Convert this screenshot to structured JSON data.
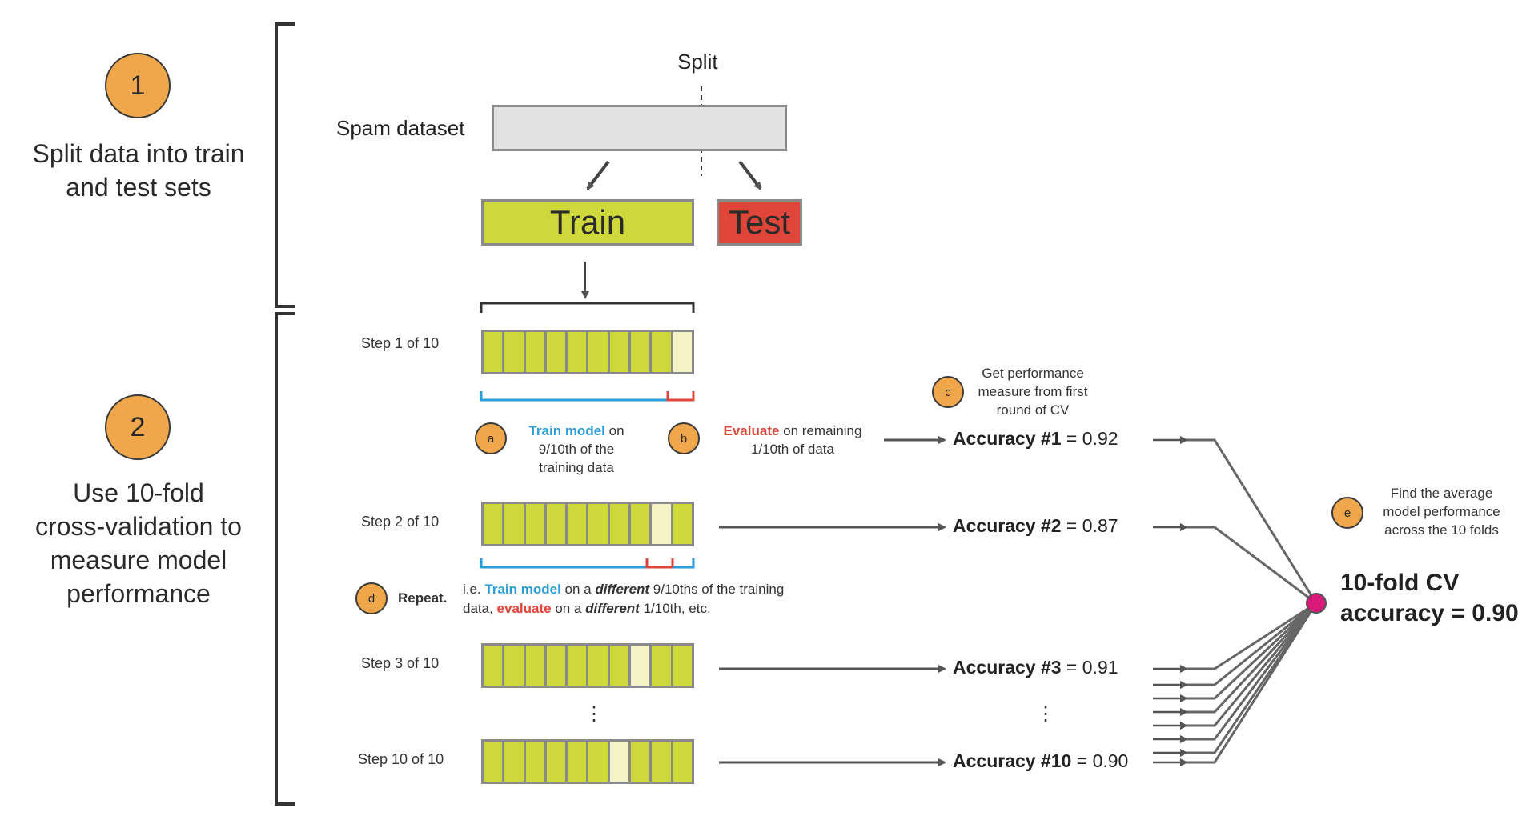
{
  "section1": {
    "number": "1",
    "title_lines": [
      "Split data into train",
      "and test sets"
    ]
  },
  "section2": {
    "number": "2",
    "title_lines": [
      "Use 10-fold",
      "cross-validation to",
      "measure model",
      "performance"
    ]
  },
  "split_label": "Split",
  "dataset_label": "Spam dataset",
  "train_label": "Train",
  "test_label": "Test",
  "steps": [
    {
      "label": "Step 1 of 10",
      "highlight_fold": 10
    },
    {
      "label": "Step 2 of 10",
      "highlight_fold": 9
    },
    {
      "label": "Step 3 of 10",
      "highlight_fold": 8
    },
    {
      "label": "Step 10 of 10",
      "highlight_fold": 7
    }
  ],
  "note_a": {
    "marker": "a",
    "highlight": "Train model",
    "rest1": " on",
    "line2": "9/10th of the",
    "line3": "training data"
  },
  "note_b": {
    "marker": "b",
    "highlight": "Evaluate",
    "rest1": " on remaining",
    "line2": "1/10th of data"
  },
  "note_c": {
    "marker": "c",
    "lines": [
      "Get performance",
      "measure from first",
      "round of CV"
    ]
  },
  "note_d": {
    "marker": "d",
    "repeat": "Repeat.",
    "l1_a": "i.e. ",
    "l1_b": "Train model",
    "l1_c": " on a ",
    "l1_d": "different",
    "l1_e": " 9/10ths of the training",
    "l2_a": "data, ",
    "l2_b": "evaluate",
    "l2_c": " on a ",
    "l2_d": "different",
    "l2_e": " 1/10th, etc."
  },
  "note_e": {
    "marker": "e",
    "lines": [
      "Find the average",
      "model performance",
      "across the 10 folds"
    ]
  },
  "accuracies": [
    {
      "name": "Accuracy #1",
      "eq": " = ",
      "value": "0.92"
    },
    {
      "name": "Accuracy #2",
      "eq": " = ",
      "value": "0.87"
    },
    {
      "name": "Accuracy #3",
      "eq": " = ",
      "value": "0.91"
    },
    {
      "name": "Accuracy #10",
      "eq": " = ",
      "value": "0.90"
    }
  ],
  "result": {
    "line1": "10-fold CV",
    "line2": "accuracy = 0.90"
  },
  "ellipsis": "⋮",
  "colors": {
    "orange": "#f0a74b",
    "train_green": "#cfd83a",
    "test_red": "#e0453a",
    "heldout_fold": "#f7f3c8",
    "train_bracket_blue": "#2b9ed8",
    "eval_bracket_red": "#e0453a",
    "result_dot": "#d81b7a",
    "dataset_gray": "#e2e2e2"
  }
}
